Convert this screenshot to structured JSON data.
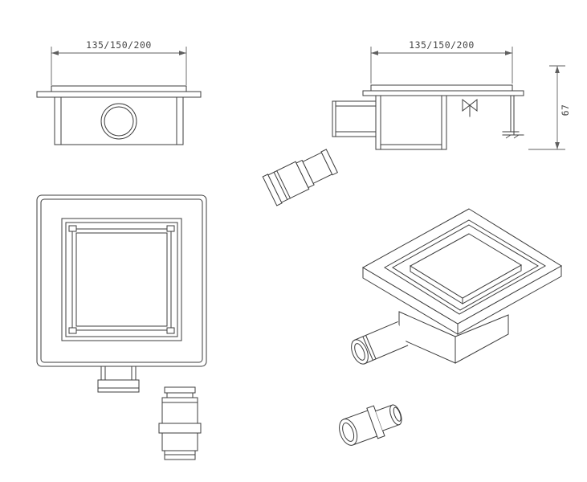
{
  "drawing": {
    "background": "#ffffff",
    "line_color": "#3c3c3c",
    "dimension_color": "#5f5f5f",
    "dimensions": {
      "front_width": "135/150/200",
      "side_width": "135/150/200",
      "side_height": "67"
    }
  }
}
